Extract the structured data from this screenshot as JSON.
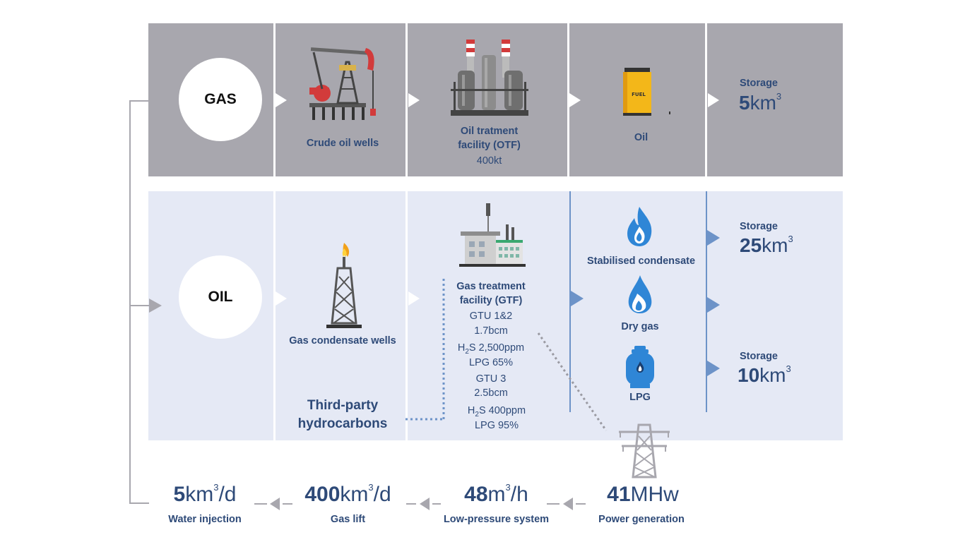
{
  "gas_row": {
    "circle_label": "GAS",
    "crude_oil_wells": "Crude oil wells",
    "otf_line1": "Oil tratment",
    "otf_line2": "facility (OTF)",
    "otf_capacity": "400kt",
    "oil": "Oil",
    "fuel_label": "FUEL",
    "storage_label": "Storage",
    "storage_value": "5",
    "storage_unit": "km",
    "storage_exp": "3"
  },
  "oil_row": {
    "circle_label": "OIL",
    "gas_condensate_wells": "Gas condensate wells",
    "third_party_line1": "Third-party",
    "third_party_line2": "hydrocarbons",
    "gtf_line1": "Gas treatment",
    "gtf_line2": "facility (GTF)",
    "gtf_details": {
      "gtu12": "GTU 1&2",
      "gtu12_cap": "1.7bcm",
      "h2s_1_a": "H",
      "h2s_1_sub": "2",
      "h2s_1_b": "S 2,500ppm",
      "lpg_1": "LPG 65%",
      "gtu3": "GTU 3",
      "gtu3_cap": "2.5bcm",
      "h2s_2_a": "H",
      "h2s_2_sub": "2",
      "h2s_2_b": "S 400ppm",
      "lpg_2": "LPG 95%"
    },
    "products": {
      "stabilised_condensate": "Stabilised condensate",
      "dry_gas": "Dry gas",
      "lpg": "LPG"
    },
    "storage_top": {
      "label": "Storage",
      "value": "25",
      "unit": "km",
      "exp": "3"
    },
    "storage_bottom": {
      "label": "Storage",
      "value": "10",
      "unit": "km",
      "exp": "3"
    }
  },
  "bottom_row": {
    "water_injection": {
      "value": "5",
      "unit": "km",
      "exp": "3",
      "unit_suffix": "/d",
      "label": "Water injection"
    },
    "gas_lift": {
      "value": "400",
      "unit": "km",
      "exp": "3",
      "unit_suffix": "/d",
      "label": "Gas lift"
    },
    "low_pressure": {
      "value": "48",
      "unit": "m",
      "exp": "3",
      "unit_suffix": "/h",
      "label": "Low-pressure system"
    },
    "power": {
      "value": "41",
      "unit": "MHw",
      "label": "Power generation"
    }
  },
  "colors": {
    "gas_band": "#a8a7ae",
    "oil_band": "#e5e9f5",
    "text": "#2e4a78",
    "accent_blue": "#6d93c8",
    "flame_blue": "#2f86d6"
  }
}
